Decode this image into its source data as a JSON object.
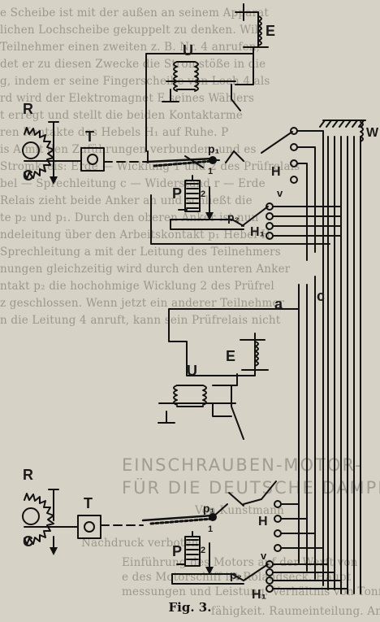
{
  "figure": {
    "caption": "Fig. 3.",
    "labels": {
      "E": "E",
      "U": "U",
      "R": "R",
      "T": "T",
      "C": "C",
      "P": "P",
      "p1": "p₁",
      "p2": "p₂",
      "H": "H",
      "H1": "H₁",
      "v": "v",
      "a": "a",
      "c": "c",
      "W": "W",
      "n1": "1",
      "n2": "2"
    }
  },
  "bleed_through": {
    "lines": [
      "e Scheibe ist mit der außen an seinem Apparat",
      "lichen Lochscheibe gekuppelt zu denken. Will",
      "Teilnehmer einen zweiten z. B. Nr. 4 anrufen,",
      "det er zu diesen Zwecke die Stromstöße in die",
      "g, indem er seine Fingerscheibe von Loch 4 als",
      "rd wird der Elektromagnet E seines Wählers",
      "t erregt und stellt die beiden Kontaktarme",
      "ren Kontakte des Hebels H₁ auf Ruhe. P",
      "is A mit den Zuführungen verbunden, und es",
      "Stromkreis: Erde — Wicklung 1 und 2 des Prüfrelais",
      "bel — Sprechleitung c — Widerstand r — Erde",
      "Relais zieht beide Anker an und schließt die",
      "te p₂ und p₁. Durch den oberen Anker ist nun",
      "ndeleitung über den Arbeitskontakt p₁ Hebel H",
      "Sprechleitung a mit der Leitung des Teilnehmers",
      "nungen gleichzeitig wird durch den unteren Anker",
      "ntakt p₂ die hochohmige Wicklung 2 des Prüfrel",
      "z geschlossen. Wenn jetzt ein anderer Teilnehmer",
      "n die Leitung 4 anruft, kann sein Prüfrelais nicht"
    ],
    "lines_lower": [
      "Einführung des Motors auf der Werft von",
      "e des Motorschiff ist Rolandseck. Haupt",
      "messungen und Leistung. Verhältnis von Tonnengehalt",
      "fähigkeit. Raumeinteilung. Anordnung der Gebläse"
    ],
    "headline_1": "EINSCHRAUBEN-MOTOR-",
    "headline_2": "FÜR DIE DEUTSCHE DAMPF",
    "byline": "Von Kunstmann",
    "note": "Nachdruck verboten."
  }
}
